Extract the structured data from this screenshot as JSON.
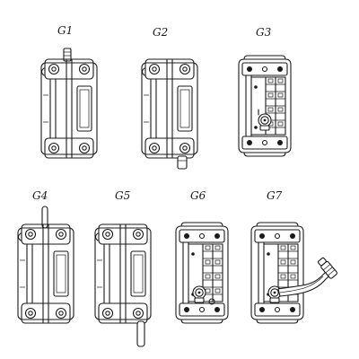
{
  "variants": [
    {
      "code": "G1",
      "view": "front",
      "pin": "top",
      "sensor": "none"
    },
    {
      "code": "G2",
      "view": "front",
      "pin": "bottom",
      "sensor": "none"
    },
    {
      "code": "G3",
      "view": "back",
      "pin": "none",
      "sensor": "centre-connector"
    },
    {
      "code": "G4",
      "view": "front",
      "pin": "long-top",
      "sensor": "none"
    },
    {
      "code": "G5",
      "view": "front",
      "pin": "long-bottom",
      "sensor": "none"
    },
    {
      "code": "G6",
      "view": "back",
      "pin": "none",
      "sensor": "low-connector"
    },
    {
      "code": "G7",
      "view": "back",
      "pin": "none",
      "sensor": "cable-with-plug"
    }
  ]
}
